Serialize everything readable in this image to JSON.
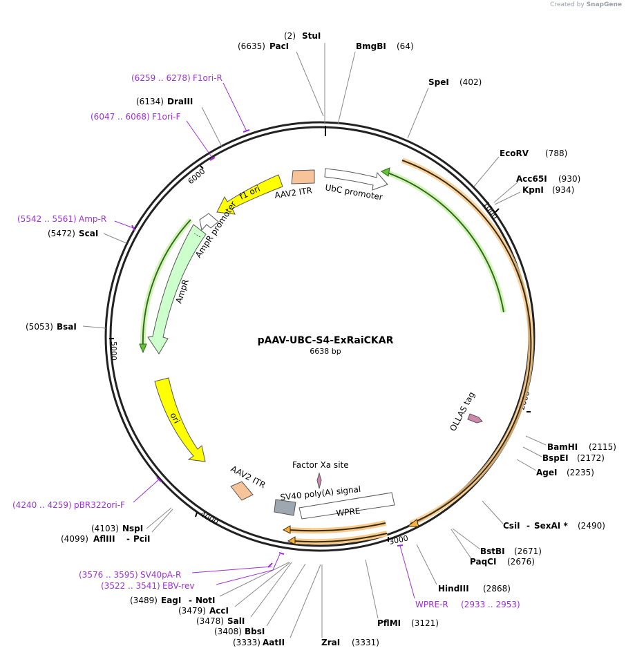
{
  "credit": {
    "prefix": "Created by",
    "brand": "SnapGene"
  },
  "plasmid": {
    "name": "pAAV-UBC-S4-ExRaiCKAR",
    "length_label": "6638 bp",
    "length": 6638
  },
  "ticks": [
    "1000",
    "2000",
    "3000",
    "4000",
    "5000",
    "6000"
  ],
  "sites": [
    {
      "id": "StuI",
      "names": [
        "StuI"
      ],
      "pos": "(2)"
    },
    {
      "id": "PacI",
      "names": [
        "PacI"
      ],
      "pos": "(6635)"
    },
    {
      "id": "BmgBI",
      "names": [
        "BmgBI"
      ],
      "pos": "(64)"
    },
    {
      "id": "SpeI",
      "names": [
        "SpeI"
      ],
      "pos": "(402)"
    },
    {
      "id": "EcoRV",
      "names": [
        "EcoRV"
      ],
      "pos": "(788)"
    },
    {
      "id": "Acc65I",
      "names": [
        "Acc65I"
      ],
      "pos": "(930)"
    },
    {
      "id": "KpnI",
      "names": [
        "KpnI"
      ],
      "pos": "(934)"
    },
    {
      "id": "BamHI",
      "names": [
        "BamHI"
      ],
      "pos": "(2115)"
    },
    {
      "id": "BspEI",
      "names": [
        "BspEI"
      ],
      "pos": "(2172)"
    },
    {
      "id": "AgeI",
      "names": [
        "AgeI"
      ],
      "pos": "(2235)"
    },
    {
      "id": "CsiI",
      "names": [
        "CsiI",
        "SexAI *"
      ],
      "pos": "(2490)"
    },
    {
      "id": "BstBI",
      "names": [
        "BstBI"
      ],
      "pos": "(2671)"
    },
    {
      "id": "PaqCI",
      "names": [
        "PaqCI"
      ],
      "pos": "(2676)"
    },
    {
      "id": "HindIII",
      "names": [
        "HindIII"
      ],
      "pos": "(2868)"
    },
    {
      "id": "PflMI",
      "names": [
        "PflMI"
      ],
      "pos": "(3121)"
    },
    {
      "id": "ZraI",
      "names": [
        "ZraI"
      ],
      "pos": "(3331)"
    },
    {
      "id": "AatII",
      "names": [
        "AatII"
      ],
      "pos": "(3333)"
    },
    {
      "id": "BbsI",
      "names": [
        "BbsI"
      ],
      "pos": "(3408)"
    },
    {
      "id": "SalI",
      "names": [
        "SalI"
      ],
      "pos": "(3478)"
    },
    {
      "id": "AccI",
      "names": [
        "AccI"
      ],
      "pos": "(3479)"
    },
    {
      "id": "EagI",
      "names": [
        "EagI",
        "NotI"
      ],
      "pos": "(3489)"
    },
    {
      "id": "AflIII",
      "names": [
        "AflIII",
        "PciI"
      ],
      "pos": "(4099)"
    },
    {
      "id": "NspI",
      "names": [
        "NspI"
      ],
      "pos": "(4103)"
    },
    {
      "id": "BsaI",
      "names": [
        "BsaI"
      ],
      "pos": "(5053)"
    },
    {
      "id": "ScaI",
      "names": [
        "ScaI"
      ],
      "pos": "(5472)"
    },
    {
      "id": "DraIII",
      "names": [
        "DraIII"
      ],
      "pos": "(6134)"
    }
  ],
  "primers": [
    {
      "id": "F1ori-R",
      "name": "F1ori-R",
      "range": "(6259 .. 6278)"
    },
    {
      "id": "F1ori-F",
      "name": "F1ori-F",
      "range": "(6047 .. 6068)"
    },
    {
      "id": "Amp-R",
      "name": "Amp-R",
      "range": "(5542 .. 5561)"
    },
    {
      "id": "pBR322ori-F",
      "name": "pBR322ori-F",
      "range": "(4240 .. 4259)"
    },
    {
      "id": "SV40pA-R",
      "name": "SV40pA-R",
      "range": "(3576 .. 3595)"
    },
    {
      "id": "EBV-rev",
      "name": "EBV-rev",
      "range": "(3522 .. 3541)"
    },
    {
      "id": "WPRE-R",
      "name": "WPRE-R",
      "range": "(2933 .. 2953)"
    }
  ],
  "features": {
    "ubc": "UbC promoter",
    "aav2_itr_top": "AAV2 ITR",
    "f1_ori": "f1 ori",
    "ampr_promoter": "AmpR promoter",
    "ampr": "AmpR",
    "ori": "ori",
    "ollas": "OLLAS tag",
    "factor_xa": "Factor Xa site",
    "aav2_itr_bottom": "AAV2 ITR",
    "sv40": "SV40 poly(A) signal",
    "wpre": "WPRE"
  },
  "colors": {
    "primer": "#9b30d9",
    "orange_feature": "#f7b23b",
    "green_feature": "#6abf3a",
    "itr": "#f7c49a",
    "ori": "#ffff00",
    "ampr": "#ccffcc",
    "sv40": "#9ea7b0",
    "ollas": "#cc88aa"
  }
}
